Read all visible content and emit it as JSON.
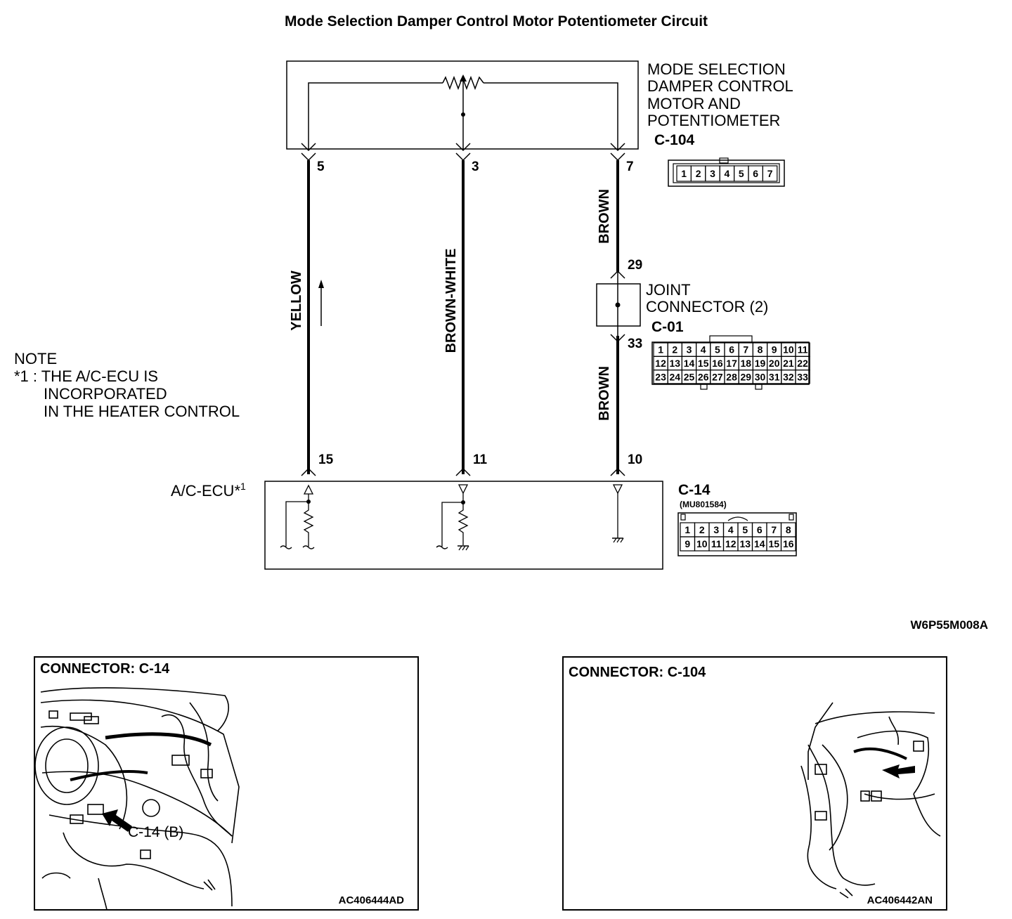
{
  "title": "Mode Selection Damper Control Motor Potentiometer Circuit",
  "figure_code": "W6P55M008A",
  "motor": {
    "label_lines": [
      "MODE SELECTION",
      "DAMPER CONTROL",
      "MOTOR AND",
      "POTENTIOMETER"
    ],
    "connector": "C-104",
    "pin_labels": [
      "5",
      "3",
      "7"
    ],
    "connector_pins": [
      "1",
      "2",
      "3",
      "4",
      "5",
      "6",
      "7"
    ]
  },
  "wires": {
    "left": "YELLOW",
    "middle": "BROWN-WHITE",
    "right_upper": "BROWN",
    "right_lower": "BROWN"
  },
  "joint": {
    "label_lines": [
      "JOINT",
      "CONNECTOR (2)"
    ],
    "connector": "C-01",
    "pin_in": "29",
    "pin_out": "33",
    "connector_rows": [
      [
        "1",
        "2",
        "3",
        "4",
        "5",
        "6",
        "7",
        "8",
        "9",
        "10",
        "11"
      ],
      [
        "12",
        "13",
        "14",
        "15",
        "16",
        "17",
        "18",
        "19",
        "20",
        "21",
        "22"
      ],
      [
        "23",
        "24",
        "25",
        "26",
        "27",
        "28",
        "29",
        "30",
        "31",
        "32",
        "33"
      ]
    ]
  },
  "ecu": {
    "label": "A/C-ECU*",
    "label_sup": "1",
    "connector": "C-14",
    "part_number": "(MU801584)",
    "pin_labels": [
      "15",
      "11",
      "10"
    ],
    "connector_rows": [
      [
        "1",
        "2",
        "3",
        "4",
        "5",
        "6",
        "7",
        "8"
      ],
      [
        "9",
        "10",
        "11",
        "12",
        "13",
        "14",
        "15",
        "16"
      ]
    ]
  },
  "note": {
    "lines": [
      "NOTE",
      "*1 : THE A/C-ECU IS",
      "INCORPORATED",
      "IN THE HEATER CONTROL"
    ]
  },
  "panel_left": {
    "title": "CONNECTOR: C-14",
    "callout": "C-14 (B)",
    "code": "AC406444AD"
  },
  "panel_right": {
    "title": "CONNECTOR: C-104",
    "code": "AC406442AN"
  }
}
